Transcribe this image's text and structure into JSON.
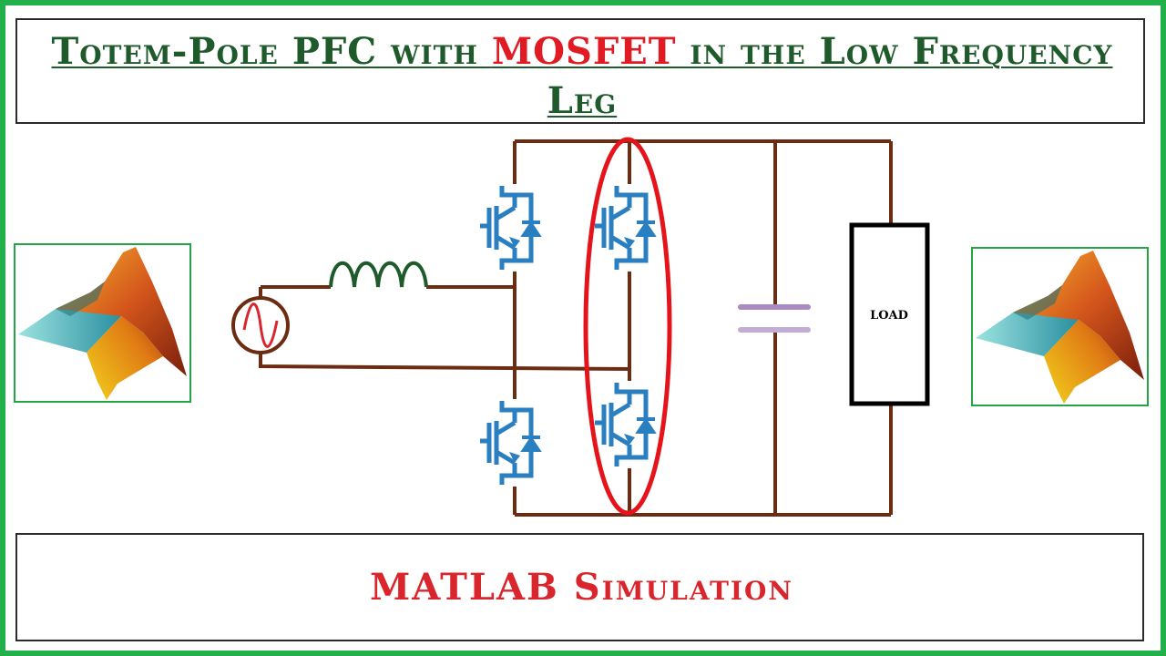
{
  "title": {
    "part1": "Totem-Pole PFC with ",
    "highlight": "MOSFET",
    "part2": " in the Low Frequency Leg"
  },
  "footer": {
    "label": "MATLAB Simulation"
  },
  "circuit": {
    "load_label": "LOAD"
  },
  "logos": {
    "left_icon": "matlab-logo-icon",
    "right_icon": "matlab-logo-icon"
  },
  "colors": {
    "frame_border": "#22b04a",
    "title_text": "#1f5a2b",
    "title_accent": "#e01b24",
    "footer_text": "#d9262d",
    "wire": "#6b2c12",
    "switch": "#2a7fc1",
    "inductor": "#1f5a2b",
    "capacitor": "#a98bbf",
    "highlight_ellipse": "#e5141b",
    "load_border": "#000000"
  }
}
